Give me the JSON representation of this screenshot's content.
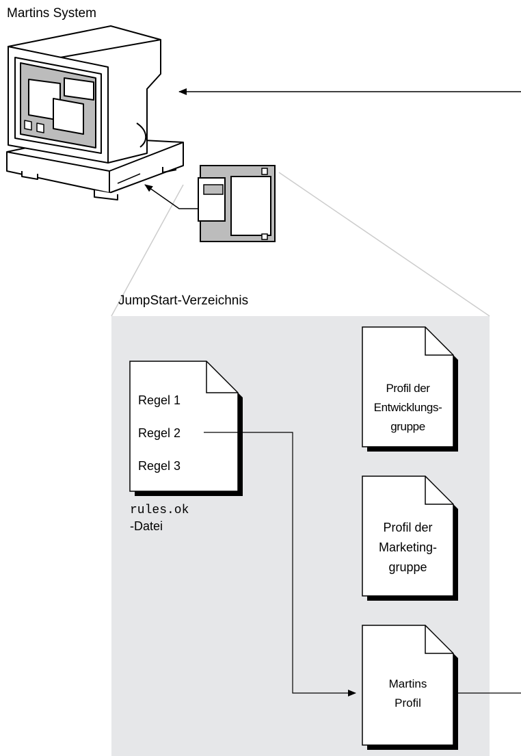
{
  "system_label": "Martins System",
  "directory_label": "JumpStart-Verzeichnis",
  "rules_doc": {
    "lines": [
      "Regel 1",
      "Regel 2",
      "Regel 3"
    ],
    "filename": "rules.ok",
    "suffix": "-Datei"
  },
  "profiles": [
    {
      "line1": "Profil der",
      "line2": "Entwicklungs-",
      "line3": "gruppe"
    },
    {
      "line1": "Profil der",
      "line2": "Marketing-",
      "line3": "gruppe"
    },
    {
      "line1": "Martins",
      "line2": "Profil"
    }
  ],
  "colors": {
    "panel": "#e6e7e9",
    "screen": "#bcbcbc",
    "line": "#000000",
    "guide": "#cccccc"
  }
}
